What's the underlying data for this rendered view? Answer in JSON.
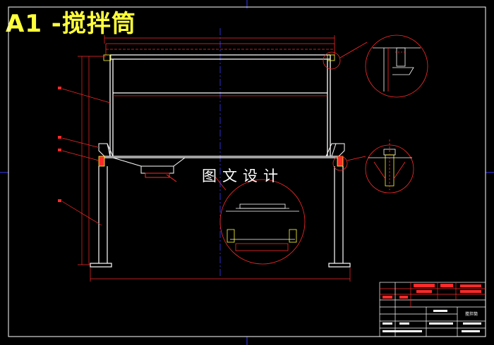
{
  "header": {
    "title": "A1 -搅拌筒"
  },
  "watermark": {
    "text": "图文设计"
  },
  "title_block": {
    "part_name": "搅拌筒"
  },
  "colors": {
    "background": "#000000",
    "border": "#ffffff",
    "drawing_lines": "#ffffff",
    "dimension_lines": "#ff2a2a",
    "center_lines": "#3a3aff",
    "title_text": "#ffff3a",
    "accent_marks": "#ffff3a"
  }
}
